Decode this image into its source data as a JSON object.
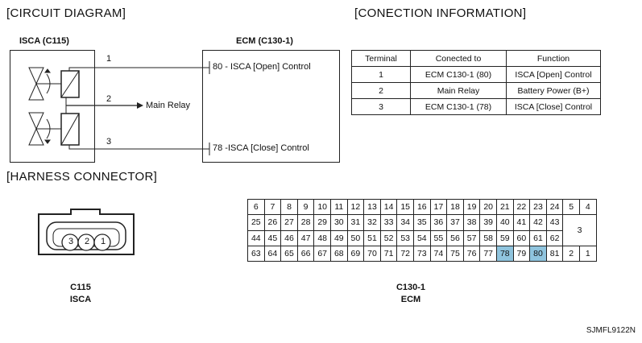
{
  "circuit": {
    "title": "[CIRCUIT DIAGRAM]",
    "isca_label": "ISCA (C115)",
    "ecm_label": "ECM (C130-1)",
    "pin1": "1",
    "pin2": "2",
    "pin3": "3",
    "main_relay": "Main Relay",
    "ecm_pin_80": "80 - ISCA [Open] Control",
    "ecm_pin_78": "78 -ISCA [Close] Control"
  },
  "connection": {
    "title": "[CONECTION INFORMATION]",
    "headers": [
      "Terminal",
      "Conected to",
      "Function"
    ],
    "rows": [
      [
        "1",
        "ECM C130-1 (80)",
        "ISCA [Open] Control"
      ],
      [
        "2",
        "Main Relay",
        "Battery Power (B+)"
      ],
      [
        "3",
        "ECM C130-1 (78)",
        "ISCA [Close] Control"
      ]
    ]
  },
  "harness": {
    "title": "[HARNESS CONNECTOR]",
    "c115_pins": [
      "3",
      "2",
      "1"
    ],
    "c115_code": "C115",
    "c115_name": "ISCA",
    "c130_code": "C130-1",
    "c130_name": "ECM",
    "grid_rows": [
      [
        "6",
        "7",
        "8",
        "9",
        "10",
        "11",
        "12",
        "13",
        "14",
        "15",
        "16",
        "17",
        "18",
        "19",
        "20",
        "21",
        "22",
        "23",
        "24",
        "5",
        "4"
      ],
      [
        "25",
        "26",
        "27",
        "28",
        "29",
        "30",
        "31",
        "32",
        "33",
        "34",
        "35",
        "36",
        "37",
        "38",
        "39",
        "40",
        "41",
        "42",
        "43",
        "3"
      ],
      [
        "44",
        "45",
        "46",
        "47",
        "48",
        "49",
        "50",
        "51",
        "52",
        "53",
        "54",
        "55",
        "56",
        "57",
        "58",
        "59",
        "60",
        "61",
        "62"
      ],
      [
        "63",
        "64",
        "65",
        "66",
        "67",
        "68",
        "69",
        "70",
        "71",
        "72",
        "73",
        "74",
        "75",
        "76",
        "77",
        "78",
        "79",
        "80",
        "81",
        "2",
        "1"
      ]
    ],
    "highlighted_pins": [
      "78",
      "80"
    ],
    "highlight_color": "#8fc4de"
  },
  "footer": {
    "code": "SJMFL9122N"
  }
}
